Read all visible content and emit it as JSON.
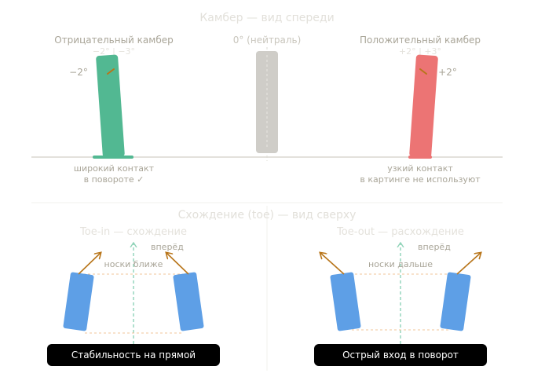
{
  "camber": {
    "title": "Камбер — вид спереди",
    "negative": {
      "label": "Отрицательный камбер",
      "faint": "−2° | −3°",
      "angle": "−2°",
      "caption_line1": "широкий контакт",
      "caption_line2": "в повороте ✓",
      "color": "#52b892"
    },
    "neutral": {
      "label": "0° (нейтраль)",
      "color": "#cfcdc8"
    },
    "positive": {
      "label": "Положительный камбер",
      "faint": "+2° | +3°",
      "angle": "+2°",
      "caption_line1": "узкий контакт",
      "caption_line2": "в картинге не используют",
      "color": "#ec7474"
    }
  },
  "toe": {
    "title": "Схождение (toe) — вид сверху",
    "toe_in": {
      "title": "Toe-in — схождение",
      "forward": "вперёд",
      "note": "носки ближе",
      "badge": "Стабильность на прямой"
    },
    "toe_out": {
      "title": "Toe-out — расхождение",
      "forward": "вперёд",
      "note": "носки дальше",
      "badge": "Острый вход в поворот"
    },
    "wheel_color": "#5e9fe6",
    "arrow_color": "#b8751a"
  },
  "colors": {
    "muted_text": "#a9a598",
    "faint_text": "#d6d4cc",
    "ground": "#e3e1dc",
    "guide_green": "#8fd3b8",
    "guide_orange": "#f0c49a"
  }
}
